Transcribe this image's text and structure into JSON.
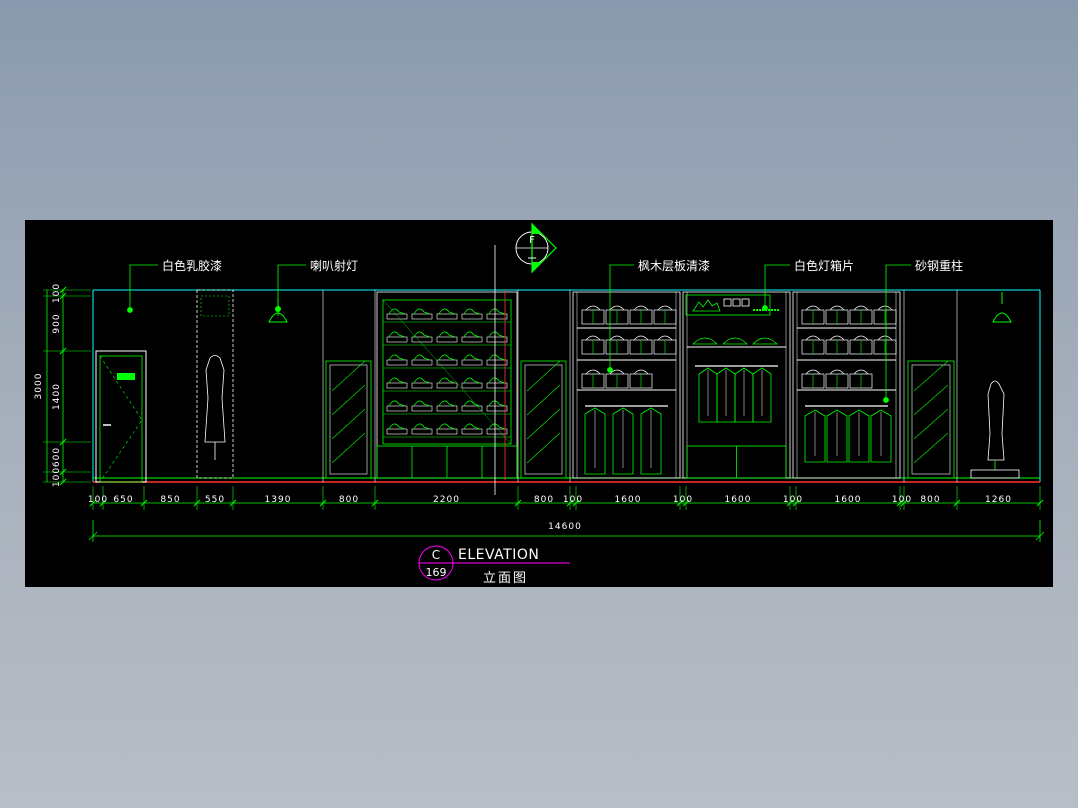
{
  "callouts": {
    "white_latex_paint": "白色乳胶漆",
    "horn_spotlight": "喇叭射灯",
    "maple_shelf_varnish": "枫木层板清漆",
    "white_lightbox_film": "白色灯箱片",
    "sandblasted_steel_column": "砂钢重柱"
  },
  "section_marker": {
    "letter": "F"
  },
  "dimensions": {
    "horizontal": [
      "100",
      "650",
      "850",
      "550",
      "1390",
      "800",
      "2200",
      "800",
      "100",
      "1600",
      "100",
      "1600",
      "100",
      "1600",
      "100",
      "800",
      "1260"
    ],
    "total": "14600",
    "vertical": [
      "100",
      "900",
      "1400",
      "600",
      "100"
    ],
    "vertical_total": "3000"
  },
  "title_block": {
    "letter": "C",
    "number": "169",
    "title": "ELEVATION",
    "subtitle": "立面图"
  },
  "colors": {
    "background": "#000000",
    "line_green": "#00ff00",
    "line_white": "#ffffff",
    "line_cyan": "#00ffff",
    "line_magenta": "#ff00ff",
    "line_red": "#ff0000"
  }
}
